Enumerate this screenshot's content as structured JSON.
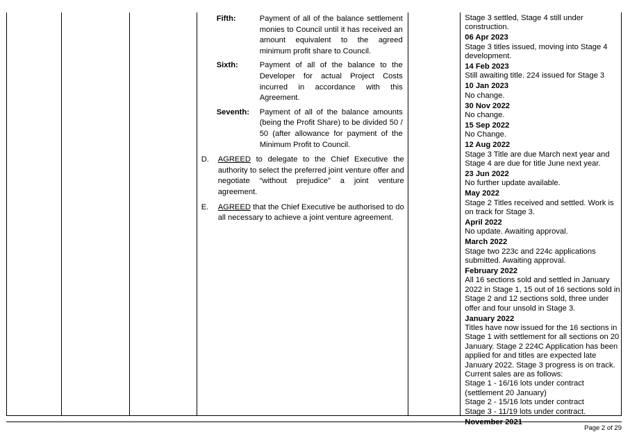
{
  "resolution": {
    "steps": [
      {
        "head": "Fifth:",
        "text": "Payment of all of the balance settlement monies to Council until it has received an amount equivalent to the agreed minimum profit share to Council."
      },
      {
        "head": "Sixth:",
        "text": "Payment of all of the balance to the Developer for actual Project Costs incurred in accordance with this Agreement."
      },
      {
        "head": "Seventh:",
        "text": "Payment of all of the balance amounts (being the Profit Share) to be divided 50 / 50 (after allowance for payment of the Minimum Profit to Council."
      }
    ],
    "clauses": [
      {
        "letter": "D.",
        "agreed": "AGREED",
        "text": " to delegate to the Chief Executive the authority to select the preferred joint venture offer and negotiate “without prejudice” a joint venture agreement."
      },
      {
        "letter": "E.",
        "agreed": "AGREED",
        "text": " that the Chief Executive be authorised to do all necessary to achieve a joint venture agreement."
      }
    ]
  },
  "log": {
    "first_text": "Stage 3 settled, Stage 4 still under construction.",
    "entries": [
      {
        "date": "06 Apr 2023",
        "text": "Stage 3 titles issued, moving into Stage 4 development."
      },
      {
        "date": "14 Feb 2023",
        "text": "Still awaiting title. 224 issued for Stage 3"
      },
      {
        "date": "10 Jan 2023",
        "text": "No change."
      },
      {
        "date": "30 Nov 2022",
        "text": "No change."
      },
      {
        "date": "15 Sep 2022",
        "text": "No Change."
      },
      {
        "date": "12 Aug 2022",
        "text": "Stage 3 Title are due March next year and Stage 4 are due for title June next year."
      },
      {
        "date": "23 Jun 2022",
        "text": "No further update available."
      },
      {
        "date": "May 2022",
        "text": "Stage 2 Titles received and settled. Work is on track for Stage 3."
      },
      {
        "date": "April 2022",
        "text": "No update. Awaiting approval."
      },
      {
        "date": "March 2022",
        "text": "Stage two 223c and 224c applications submitted. Awaiting approval."
      },
      {
        "date": "February 2022",
        "text": "All 16 sections sold and settled in January 2022 in Stage 1, 15 out of 16 sections sold in Stage 2 and 12 sections sold, three under offer and four unsold in Stage 3."
      },
      {
        "date": "January 2022",
        "text": "Titles have now issued for the 16 sections in Stage 1 with settlement for all sections on 20 January. Stage 2 224C Application has been applied for and titles are expected late January 2022. Stage 3 progress is on track. Current sales are as follows:"
      },
      {
        "date": "",
        "text": "Stage 1 - 16/16 lots under contract (settlement 20 January)"
      },
      {
        "date": "",
        "text": "Stage 2 - 15/16 lots under contract"
      },
      {
        "date": "",
        "text": "Stage 3 - 11/19 lots under contract."
      },
      {
        "date": "November 2021",
        "text": ""
      }
    ]
  },
  "footer": {
    "page": "Page 2 of 29"
  }
}
